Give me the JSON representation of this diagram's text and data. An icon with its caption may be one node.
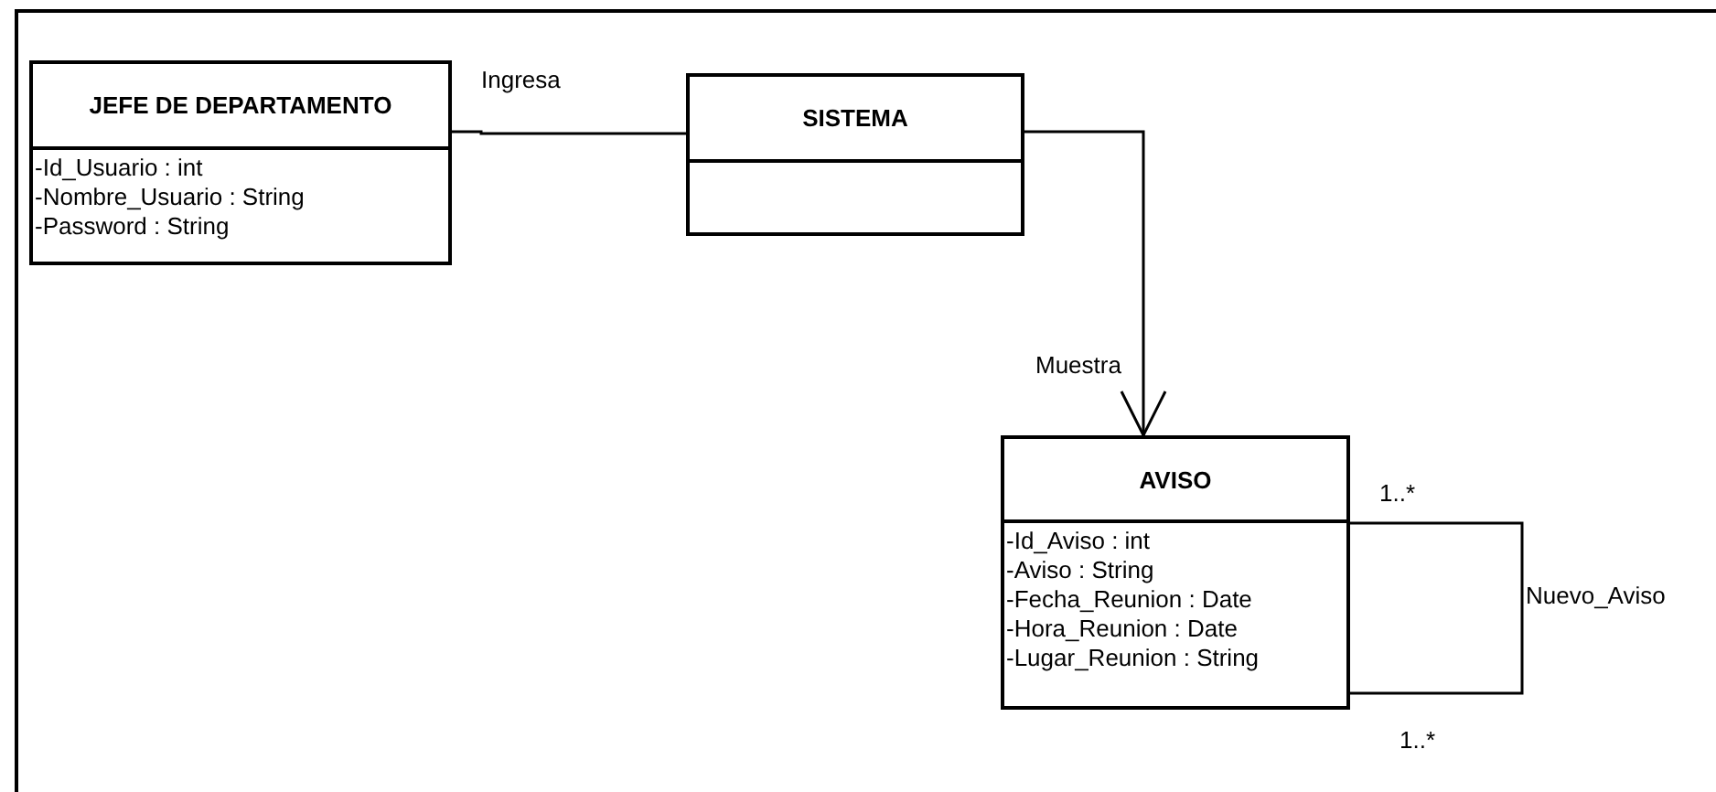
{
  "diagram": {
    "nodes": [
      {
        "text": [
          "JEFE DE DEPARTAMENTO",
          "-Id_Usuario : int",
          "-Nombre_Usuario : String",
          "-Password : String"
        ]
      },
      {
        "text": [
          "SISTEMA"
        ]
      },
      {
        "text": [
          "AVISO",
          "-Id_Aviso : int",
          "-Aviso : String",
          "-Fecha_Reunion : Date",
          "-Hora_Reunion : Date",
          "-Lugar_Reunion : String"
        ]
      }
    ],
    "edges": [
      {
        "from": 0,
        "to": 1,
        "arrow": "none",
        "label": "Ingresa"
      },
      {
        "from": 1,
        "to": 2,
        "arrow": "to",
        "label": "Muestra"
      },
      {
        "from": 2,
        "to": 2,
        "arrow": "none",
        "label": "Nuevo_Aviso"
      }
    ],
    "labels": [
      "1..*",
      "1..*"
    ]
  }
}
